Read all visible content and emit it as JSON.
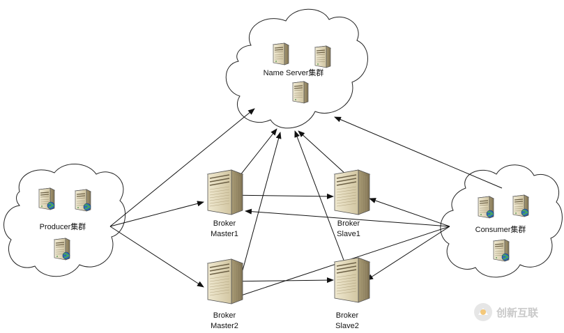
{
  "clusters": {
    "nameserver": "Name Server集群",
    "producer": "Producer集群",
    "consumer": "Consumer集群"
  },
  "brokers": {
    "master1": [
      "Broker",
      "Master1"
    ],
    "slave1": [
      "Broker",
      "Slave1"
    ],
    "master2": [
      "Broker",
      "Master2"
    ],
    "slave2": [
      "Broker",
      "Slave2"
    ]
  },
  "watermark": "创新互联",
  "icons": {
    "server": "server-icon",
    "globe_server": "server-globe-icon",
    "rack": "rack-server-icon",
    "logo": "chuangxin-logo-icon"
  }
}
